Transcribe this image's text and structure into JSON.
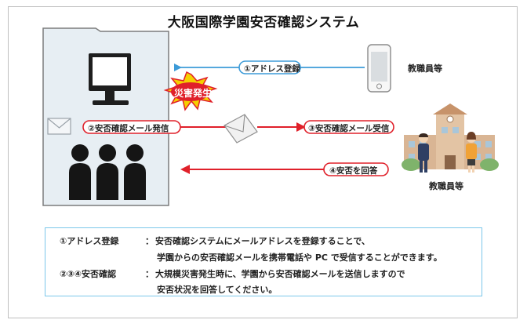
{
  "title": "大阪国際学園安否確認システム",
  "labels": {
    "disaster": "災害発生",
    "step1": "①アドレス登録",
    "step2": "②安否確認メール発信",
    "step3": "③安否確認メール受信",
    "step4": "④安否を回答",
    "staff_top": "教職員等",
    "staff_bottom": "教職員等"
  },
  "notes": [
    {
      "term": "①アドレス登録",
      "sep": "：",
      "lines": [
        "安否確認システムにメールアドレスを登録することで、",
        "学園からの安否確認メールを携帯電話や PC で受信することができます。"
      ]
    },
    {
      "term": "②③④安否確認",
      "sep": "：",
      "lines": [
        "大規模災害発生時に、学園から安否確認メールを送信しますので",
        "安否状況を回答してください。"
      ]
    }
  ],
  "colors": {
    "blue_arrow": "#3d9bd8",
    "red_arrow": "#e0202a",
    "building": "#e7eef3",
    "starburst": "#f5d000",
    "note_border": "#7cc7ea"
  },
  "icons": [
    "building-icon",
    "monitor-icon",
    "people-icon",
    "envelope-icon",
    "smartphone-icon",
    "school-building-icon",
    "starburst-icon"
  ]
}
